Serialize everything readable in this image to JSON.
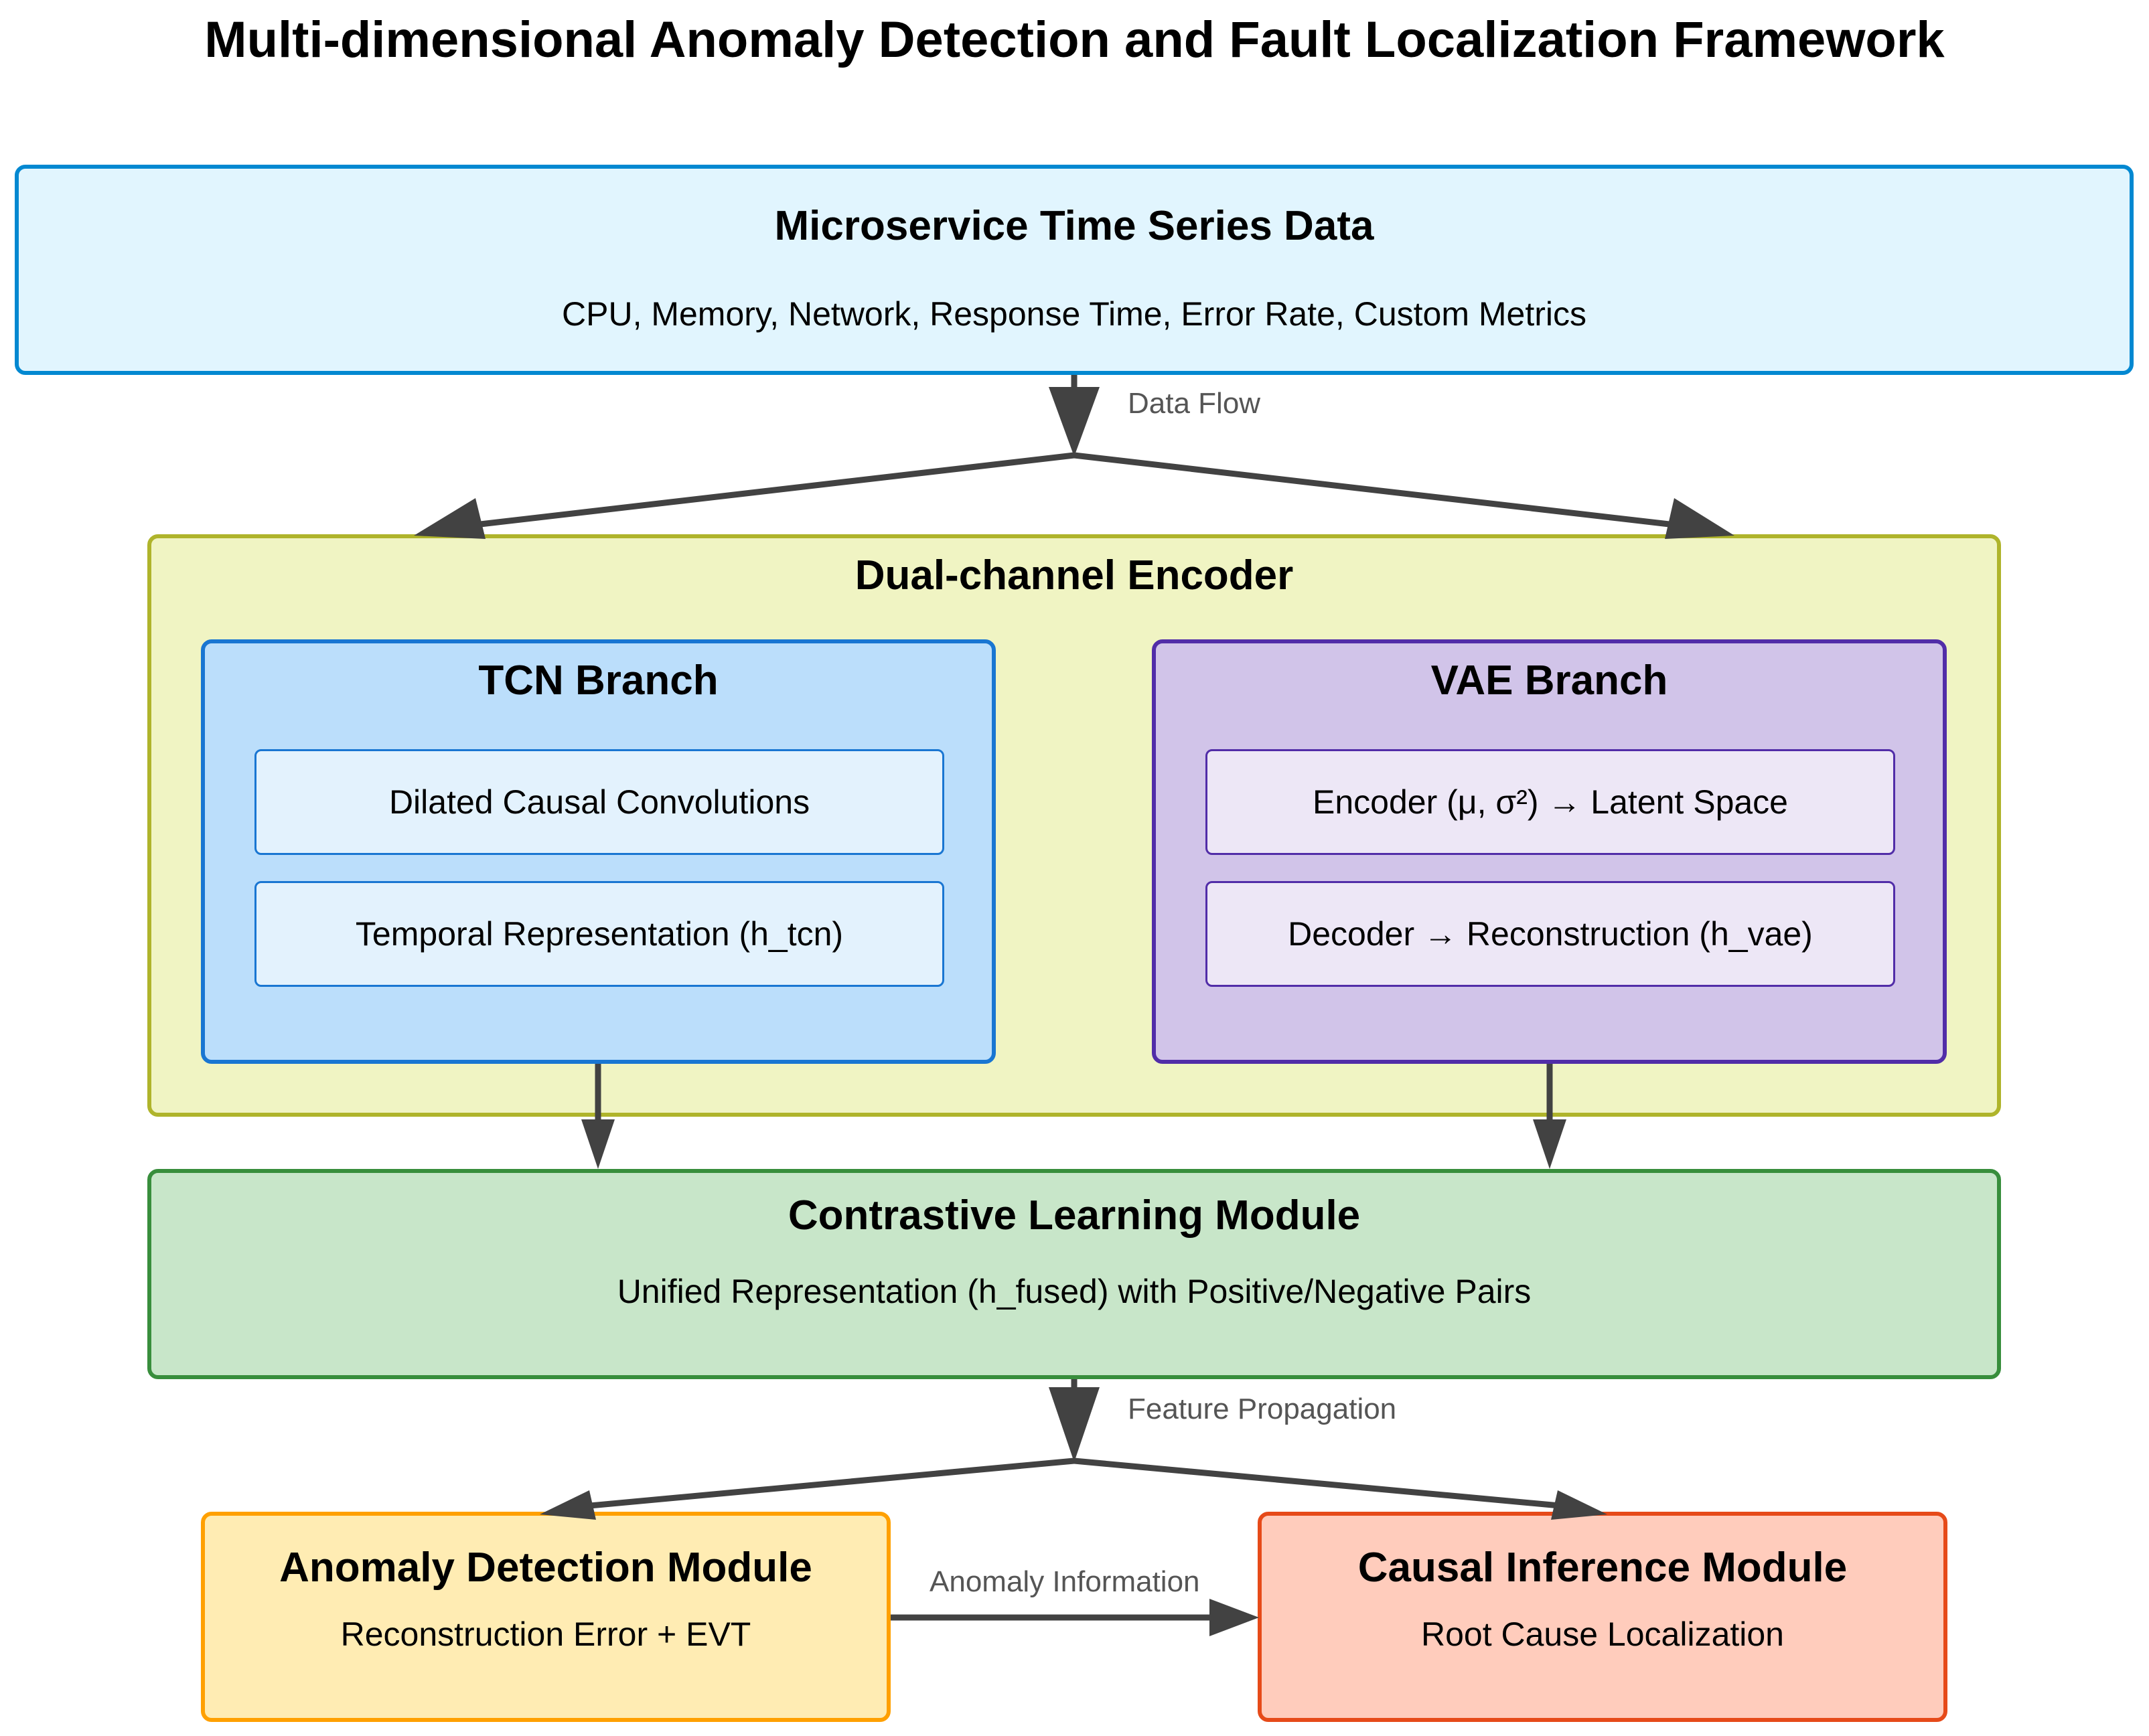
{
  "title": "Multi-dimensional Anomaly Detection and Fault Localization Framework",
  "colors": {
    "input_fill": "#e1f5fe",
    "input_border": "#0288d1",
    "encoder_fill": "#f0f4c3",
    "encoder_border": "#afb42b",
    "tcn_fill": "#bbdefb",
    "tcn_border": "#1976d2",
    "tcn_inner_fill": "#e3f2fd",
    "vae_fill": "#d1c4e9",
    "vae_border": "#512da8",
    "vae_inner_fill": "#ede7f6",
    "contrastive_fill": "#c8e6c9",
    "contrastive_border": "#388e3c",
    "anomaly_fill": "#ffecb3",
    "anomaly_border": "#ffa000",
    "causal_fill": "#ffccbc",
    "causal_border": "#e64a19",
    "arrow": "#424242"
  },
  "input": {
    "title": "Microservice Time Series Data",
    "text": "CPU, Memory, Network, Response Time, Error Rate, Custom Metrics"
  },
  "edges": {
    "data_flow": "Data Flow",
    "feature_propagation": "Feature Propagation",
    "anomaly_information": "Anomaly Information"
  },
  "encoder": {
    "title": "Dual-channel Encoder",
    "tcn": {
      "title": "TCN Branch",
      "items": [
        "Dilated Causal Convolutions",
        "Temporal Representation (h_tcn)"
      ]
    },
    "vae": {
      "title": "VAE Branch",
      "items": [
        "Encoder (μ, σ²) → Latent Space",
        "Decoder → Reconstruction (h_vae)"
      ]
    }
  },
  "contrastive": {
    "title": "Contrastive Learning Module",
    "text": "Unified Representation (h_fused) with Positive/Negative Pairs"
  },
  "anomaly": {
    "title": "Anomaly Detection Module",
    "text": "Reconstruction Error + EVT"
  },
  "causal": {
    "title": "Causal Inference Module",
    "text": "Root Cause Localization"
  }
}
